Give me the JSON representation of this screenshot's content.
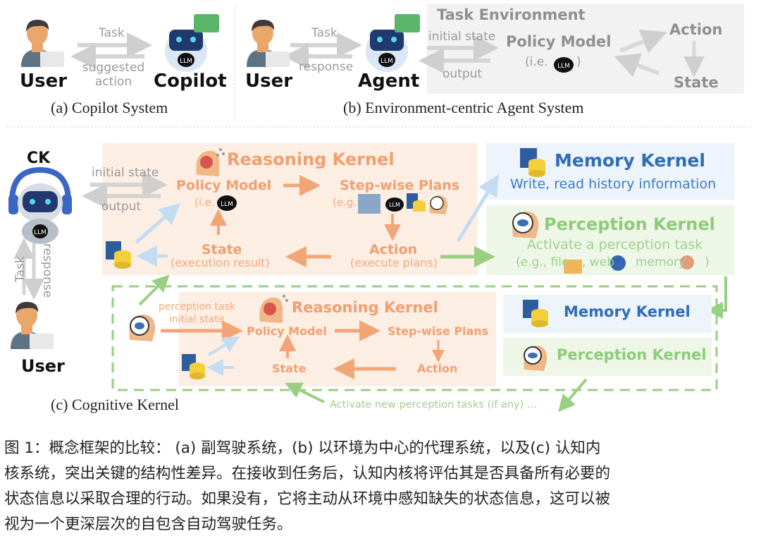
{
  "panel_a": {
    "user_label": "User",
    "copilot_label": "Copilot",
    "task_label": "Task",
    "suggested_action_label": [
      "suggested",
      "action"
    ],
    "caption": "(a) Copilot System"
  },
  "panel_b": {
    "user_label": "User",
    "agent_label": "Agent",
    "task_label": "Task",
    "response_label": "response",
    "environment_title": "Task Environment",
    "initial_state_label": "initial state",
    "output_label": "output",
    "policy_model_label": "Policy Model",
    "policy_model_sub": "(i.e.",
    "policy_model_sub_end": ")",
    "action_label": "Action",
    "state_label": "State",
    "caption": "(b) Environment-centric Agent System"
  },
  "panel_c": {
    "ck_label": "CK",
    "user_label": "User",
    "task_label": "Task",
    "response_label": "response",
    "initial_state_label": "initial state",
    "output_label": "output",
    "reasoning_kernel": {
      "title": "Reasoning Kernel",
      "policy_model": "Policy Model",
      "policy_model_sub": "(i.e.",
      "step_plans": "Step-wise Plans",
      "step_plans_sub": "(e.g.",
      "state": "State",
      "state_sub": "(execution result)",
      "action": "Action",
      "action_sub": "(execute plans)"
    },
    "memory_kernel": {
      "title": "Memory Kernel",
      "desc": "Write, read history information"
    },
    "perception_kernel": {
      "title": "Perception Kernel",
      "desc": "Activate a perception task",
      "examples": [
        "(e.g., file",
        ", web",
        "memory",
        ")"
      ]
    },
    "inner": {
      "perception_task_label": "perception task",
      "initial_state_label": "initial state",
      "reasoning_title": "Reasoning Kernel",
      "policy_model": "Policy Model",
      "step_plans": "Step-wise Plans",
      "state": "State",
      "action": "Action",
      "memory_title": "Memory Kernel",
      "perception_title": "Perception Kernel"
    },
    "activate_new_label": "Activate new perception tasks (if any) ...",
    "caption": "(c) Cognitive Kernel"
  },
  "llm_badge": "LLM",
  "caption_zh": [
    "图 1：概念框架的比较： (a) 副驾驶系统，(b) 以环境为中心的代理系统，以及(c) 认知内",
    "核系统，突出关键的结构性差异。在接收到任务后，认知内核将评估其是否具备所有必要的",
    "状态信息以采取合理的行动。如果没有，它将主动从环境中感知缺失的状态信息，这可以被",
    "视为一个更深层次的自包含自动驾驶任务。"
  ],
  "colors": {
    "reasoning_bg": "#fdeee4",
    "memory_bg": "#edf4fb",
    "perception_bg": "#eef6e8",
    "env_bg": "#f2f2f2",
    "orange": "#f0a070",
    "green": "#8ecb78",
    "blue": "#2f6db5",
    "gray_arrow": "#d0d0d0",
    "light_blue_arrow": "#bcd7f0"
  }
}
